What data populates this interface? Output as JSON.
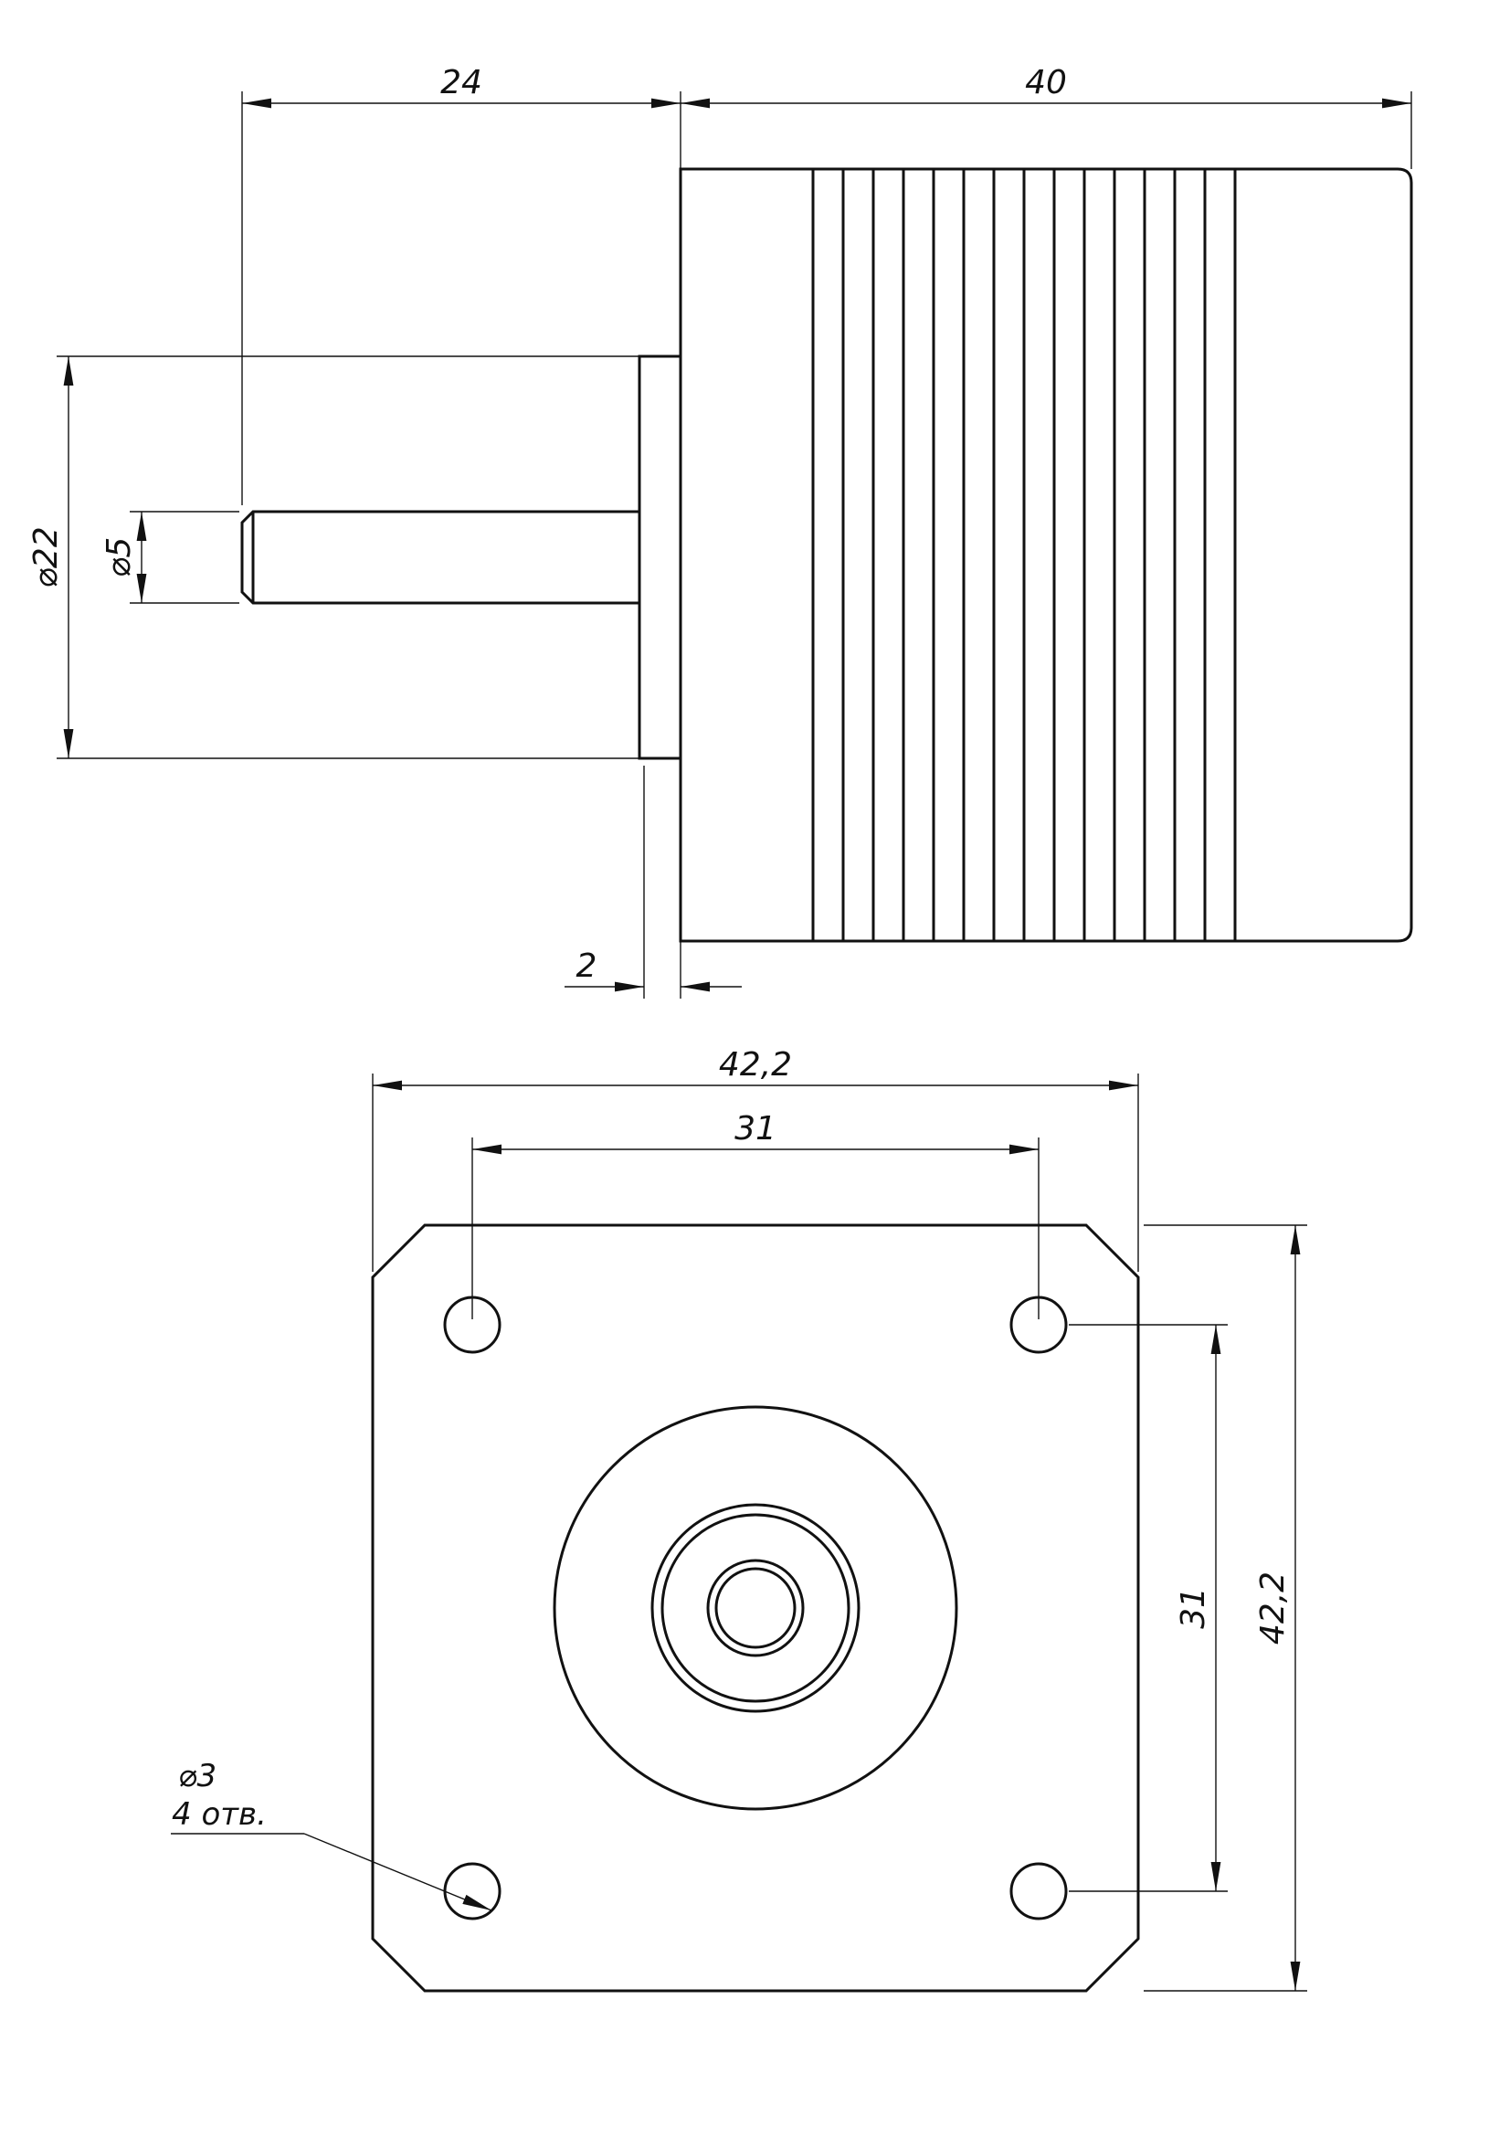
{
  "page": {
    "background": "#ffffff",
    "line_color": "#111111"
  },
  "top_view": {
    "name": "side-view-of-motor",
    "dim_shaft_length": "24",
    "dim_body_length": "40",
    "dim_boss_diameter": "⌀22",
    "dim_shaft_diameter": "⌀5",
    "dim_boss_thickness": "2"
  },
  "front_view": {
    "name": "front-view-of-flange",
    "dim_flange_width": "42,2",
    "dim_hole_spacing_horizontal": "31",
    "dim_hole_spacing_vertical": "31",
    "dim_flange_height": "42,2",
    "dim_hole_diameter": "⌀3",
    "dim_hole_count": "4 отв."
  }
}
